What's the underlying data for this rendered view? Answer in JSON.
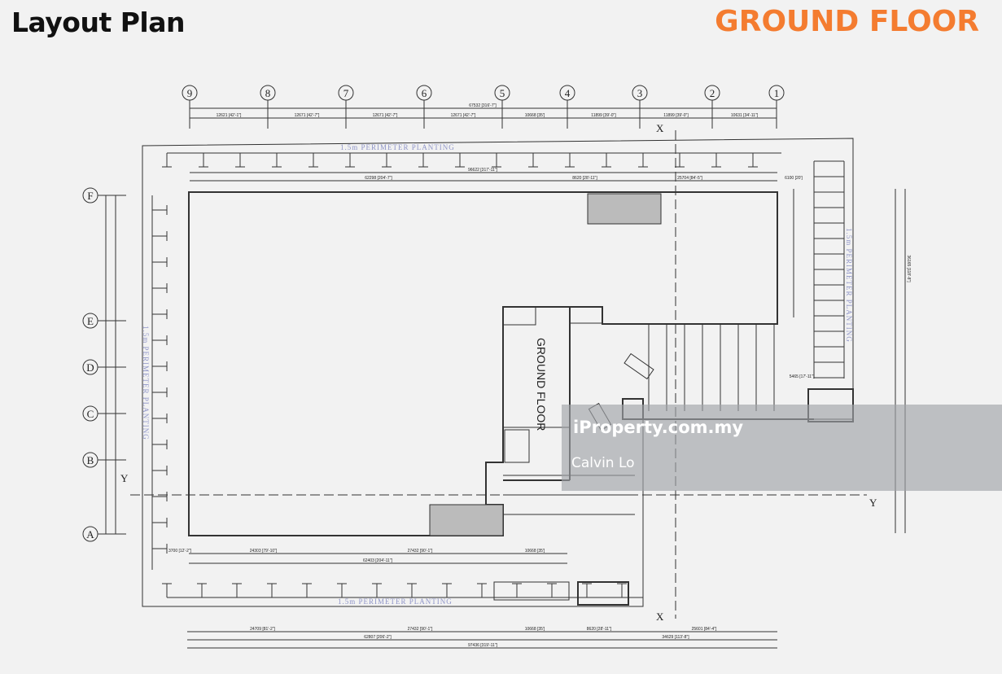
{
  "header": {
    "title": "Layout Plan",
    "floor_label": "GROUND FLOOR"
  },
  "plan": {
    "room_label": "GROUND FLOOR",
    "planting_label": "1.5m PERIMETER PLANTING",
    "section_markers": [
      "X",
      "X",
      "Y",
      "Y"
    ],
    "grid_columns": [
      "9",
      "8",
      "7",
      "6",
      "5",
      "4",
      "3",
      "2",
      "1"
    ],
    "grid_rows": [
      "F",
      "E",
      "D",
      "C",
      "B",
      "A"
    ],
    "top_overall": "67532 [316'-7\"]",
    "top_segments": [
      "12621 [42'-1\"]",
      "12671 [42'-7\"]",
      "12671 [42'-7\"]",
      "12671 [42'-7\"]",
      "10668 [35']",
      "11899 [39'-0\"]",
      "11899 [39'-0\"]",
      "10631 [34'-11\"]"
    ],
    "second_overall": "96622 [317'-11\"]",
    "second_segments": [
      "62298 [204'-7\"]",
      "8620 [28'-11\"]",
      "25704 [84'-5\"]",
      "6100 [20']"
    ],
    "inner_bottom_segments": [
      "3700 [12'-2\"]",
      "24303 [79'-10\"]",
      "27432 [90'-1\"]",
      "10668 [35']"
    ],
    "inner_bottom_overall": "62403 [204'-11\"]",
    "bottom_segments": [
      "24709 [81'-2\"]",
      "27432 [90'-1\"]",
      "10668 [35']",
      "8620 [28'-11\"]",
      "25601 [84'-4\"]"
    ],
    "bottom_subtotals": [
      "62807 [206'-2\"]",
      "34629 [113'-8\"]"
    ],
    "bottom_overall": "97436 [319'-11\"]",
    "right_dims": [
      "5465 [17'-11\"]",
      "36165 [118'-8\"]"
    ]
  },
  "watermark": {
    "site": "iProperty.com.my",
    "agent": "Calvin Lo"
  }
}
